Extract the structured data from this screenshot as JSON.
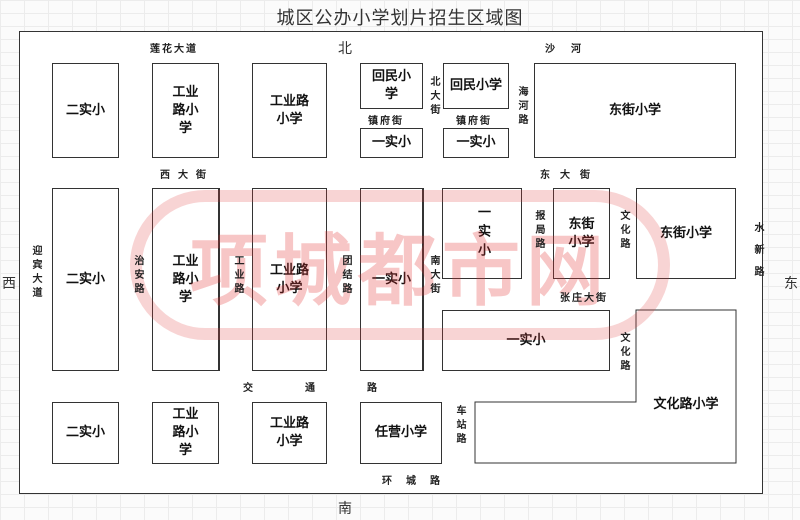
{
  "title": "城区公办小学划片招生区域图",
  "directions": {
    "north": "北",
    "south": "南",
    "west": "西",
    "east": "东"
  },
  "roads": {
    "lianhua": "莲花大道",
    "shahe": "沙河",
    "xidajie": "西大街",
    "dongdajie": "东大街",
    "zhenfujie1": "镇府街",
    "zhenfujie2": "镇府街",
    "beidajie": "北大街",
    "haihelu": "海河路",
    "yingbin": "迎宾大道",
    "zhian": "治安路",
    "gongye": "工业路",
    "tuanjie": "团结路",
    "nandajie": "南大街",
    "baoju": "报局路",
    "wenhua1": "文化路",
    "wenhua2": "文化路",
    "shuixin": "水新路",
    "zhangzhuang": "张庄大街",
    "jiaotong": "交通路",
    "chezhan": "车站路",
    "huancheng": "环城路"
  },
  "schools": {
    "r1": [
      "二实小",
      "工业路小学",
      "工业路小学",
      "回民小学",
      "一实小",
      "回民小学",
      "一实小",
      "东街小学"
    ],
    "r2": [
      "二实小",
      "工业路小学",
      "工业路小学",
      "一实小",
      "一实小",
      "东街小学",
      "东街小学",
      "一实小",
      "文化路小学"
    ],
    "r3": [
      "二实小",
      "工业路小学",
      "工业路小学",
      "任营小学"
    ]
  },
  "watermark": "项城都市网"
}
